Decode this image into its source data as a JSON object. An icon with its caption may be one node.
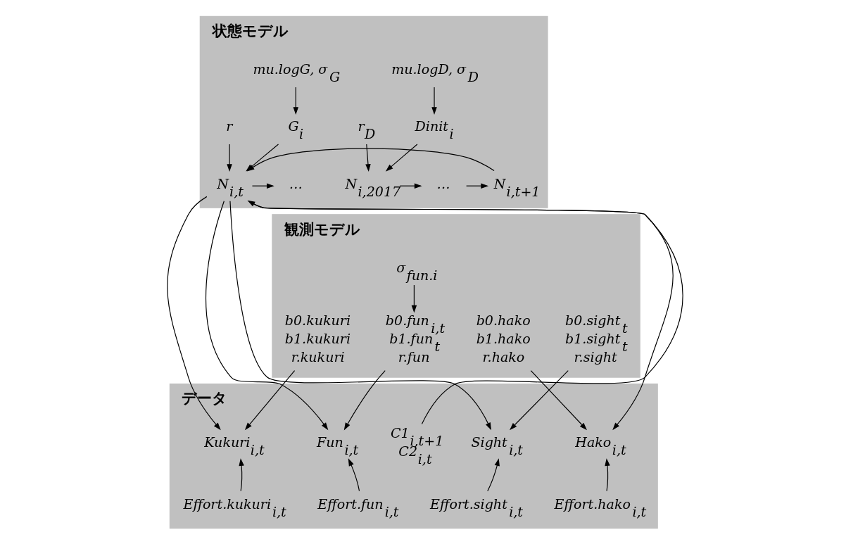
{
  "diagram": {
    "nodes": [
      {
        "text": [
          "状態モデル"
        ]
      },
      {
        "text": [
          "mu.logG, σ$_{G}$"
        ],
        "in": 0
      },
      {
        "text": [
          "mu.logD, σ$_{D}$"
        ],
        "in": 0
      },
      {
        "text": [
          "G$_{i}$"
        ],
        "in": 0
      },
      {
        "text": [
          "r"
        ],
        "in": 0
      },
      {
        "text": [
          "Dinit$_{i}$"
        ],
        "in": 0
      },
      {
        "text": [
          "r$_{D}$"
        ],
        "in": 0
      },
      {
        "text": [
          "…"
        ],
        "in": 0
      },
      {
        "text": [
          "N$_{i,t}$"
        ],
        "in": 0
      },
      {
        "text": [
          "N$_{i,t+1}$"
        ],
        "in": 0
      },
      {
        "text": [
          "…"
        ],
        "in": 0
      },
      {
        "text": [
          "N$_{i,2017}$"
        ],
        "in": 0
      },
      {
        "text": [
          "観測モデル"
        ]
      },
      {
        "text": [
          "σ$_{fun.i}$"
        ],
        "in": 12
      },
      {
        "text": [
          "b0.fun$_{i,t}$",
          "b1.fun$_{t}$",
          "r.fun"
        ],
        "in": 12
      },
      {
        "text": [
          "b0.sight$_{t}$",
          "b1.sight$_{t}$",
          "r.sight"
        ],
        "in": 12
      },
      {
        "text": [
          "b0.kukuri",
          "b1.kukuri",
          "r.kukuri"
        ],
        "in": 12
      },
      {
        "text": [
          "b0.hako",
          "b1.hako",
          "r.hako"
        ],
        "in": 12
      },
      {
        "text": [
          "データ"
        ]
      },
      {
        "text": [
          "Fun$_{i,t}$"
        ],
        "in": 18
      },
      {
        "text": [
          "Sight$_{i,t}$"
        ],
        "in": 18
      },
      {
        "text": [
          "C1$_{i,t+1}$",
          "C2$_{i,t}$"
        ],
        "in": 18
      },
      {
        "text": [
          "Kukuri$_{i,t}$"
        ],
        "in": 18
      },
      {
        "text": [
          "Hako$_{i,t}$"
        ],
        "in": 18
      },
      {
        "text": [
          "Effort.fun$_{i,t}$"
        ],
        "in": 18
      },
      {
        "text": [
          "Effort.sight$_{i,t}$"
        ],
        "in": 18
      },
      {
        "text": [
          "Effort.kukuri$_{i,t}$"
        ],
        "in": 18
      },
      {
        "text": [
          "Effort.hako$_{i,t}$"
        ],
        "in": 18
      }
    ],
    "edges": [
      {
        "from": 1,
        "to": 3,
        "arrow": "to"
      },
      {
        "from": 2,
        "to": 5,
        "arrow": "to"
      },
      {
        "from": 3,
        "to": 8,
        "arrow": "to"
      },
      {
        "from": 4,
        "to": 8,
        "arrow": "to"
      },
      {
        "from": 5,
        "to": 11,
        "arrow": "to"
      },
      {
        "from": 6,
        "to": 11,
        "arrow": "to"
      },
      {
        "from": 11,
        "to": 10,
        "arrow": "to"
      },
      {
        "from": 10,
        "to": 9,
        "arrow": "to"
      },
      {
        "from": 9,
        "to": 8,
        "arrow": "to"
      },
      {
        "from": 8,
        "to": 7,
        "arrow": "to"
      },
      {
        "from": 21,
        "to": 8,
        "arrow": "to"
      },
      {
        "from": 8,
        "to": 19,
        "arrow": "to"
      },
      {
        "from": 8,
        "to": 20,
        "arrow": "to"
      },
      {
        "from": 8,
        "to": 22,
        "arrow": "to"
      },
      {
        "from": 8,
        "to": 23,
        "arrow": "to"
      },
      {
        "from": 13,
        "to": 14,
        "arrow": "to"
      },
      {
        "from": 14,
        "to": 19,
        "arrow": "to"
      },
      {
        "from": 15,
        "to": 20,
        "arrow": "to"
      },
      {
        "from": 16,
        "to": 22,
        "arrow": "to"
      },
      {
        "from": 17,
        "to": 23,
        "arrow": "to"
      },
      {
        "from": 24,
        "to": 19,
        "arrow": "to"
      },
      {
        "from": 25,
        "to": 20,
        "arrow": "to"
      },
      {
        "from": 26,
        "to": 22,
        "arrow": "to"
      },
      {
        "from": 27,
        "to": 23,
        "arrow": "to"
      }
    ]
  }
}
